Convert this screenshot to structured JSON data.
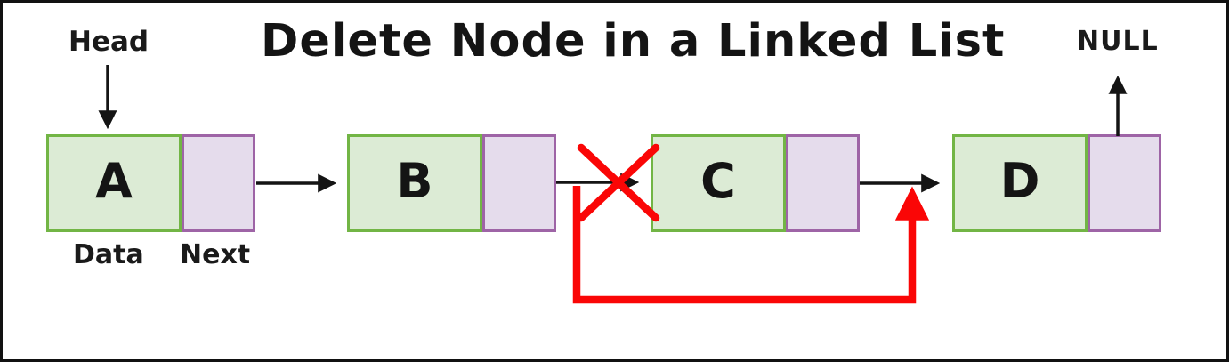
{
  "title": "Delete Node in a Linked List",
  "pointer_labels": {
    "head": "Head",
    "null": "NULL"
  },
  "field_labels": {
    "data": "Data",
    "next": "Next"
  },
  "nodes": [
    {
      "letter": "A"
    },
    {
      "letter": "B"
    },
    {
      "letter": "C"
    },
    {
      "letter": "D"
    }
  ],
  "colors": {
    "data_cell_fill": "#dcebd5",
    "data_cell_stroke": "#72b545",
    "next_cell_fill": "#e5dcec",
    "next_cell_stroke": "#9e64a6",
    "link_arrow": "#141414",
    "delete_red": "#fa0606",
    "frame": "#111111"
  }
}
